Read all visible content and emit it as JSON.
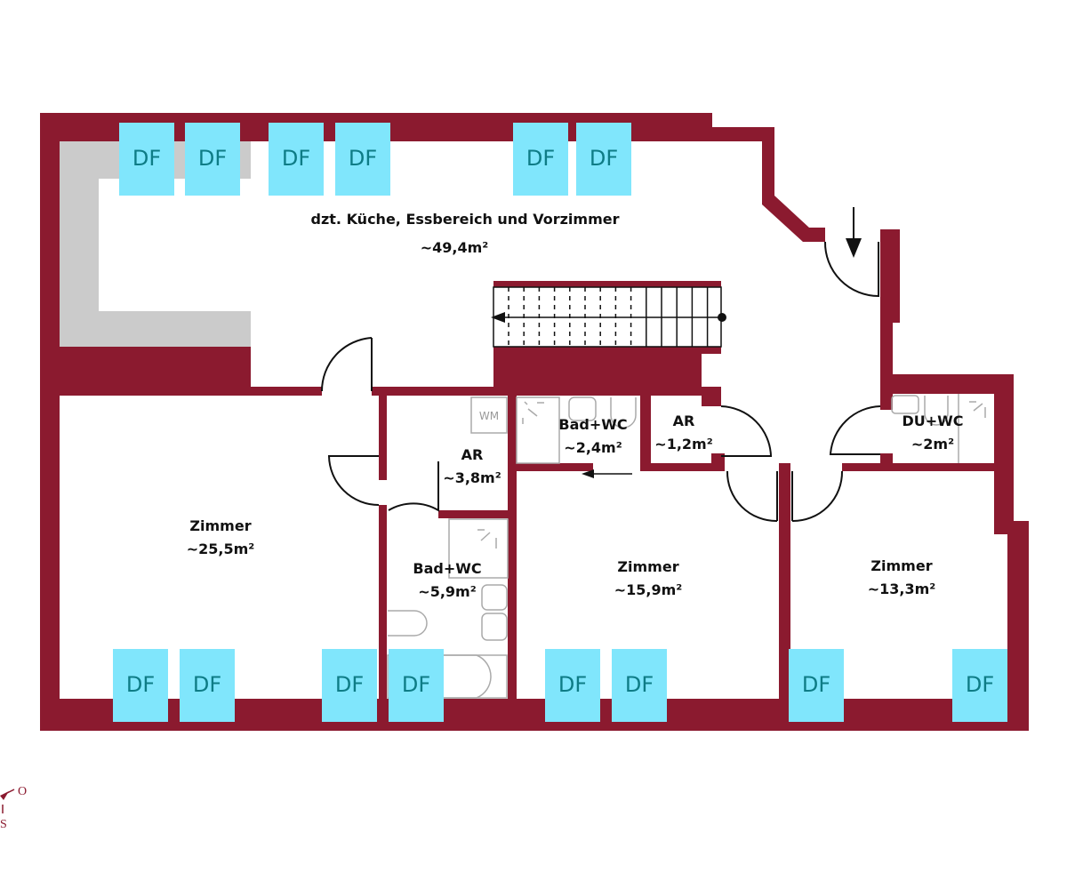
{
  "colors": {
    "wall": "#8B1A2F",
    "window": "#80E6FC",
    "window_text": "#0E7C86",
    "counter": "#CBCBCB"
  },
  "window_label": "DF",
  "rooms": [
    {
      "id": "kitchen",
      "name": "dzt. Küche, Essbereich und Vorzimmer",
      "area": "~49,4m²"
    },
    {
      "id": "zimmer-1",
      "name": "Zimmer",
      "area": "~25,5m²"
    },
    {
      "id": "ar-1",
      "name": "AR",
      "area": "~3,8m²"
    },
    {
      "id": "bad-1",
      "name": "Bad+WC",
      "area": "~2,4m²"
    },
    {
      "id": "ar-2",
      "name": "AR",
      "area": "~1,2m²"
    },
    {
      "id": "du-wc",
      "name": "DU+WC",
      "area": "~2m²"
    },
    {
      "id": "bad-2",
      "name": "Bad+WC",
      "area": "~5,9m²"
    },
    {
      "id": "zimmer-2",
      "name": "Zimmer",
      "area": "~15,9m²"
    },
    {
      "id": "zimmer-3",
      "name": "Zimmer",
      "area": "~13,3m²"
    }
  ],
  "fixtures": {
    "washing_machine": "WM"
  },
  "compass": {
    "east": "O",
    "south": "S"
  }
}
